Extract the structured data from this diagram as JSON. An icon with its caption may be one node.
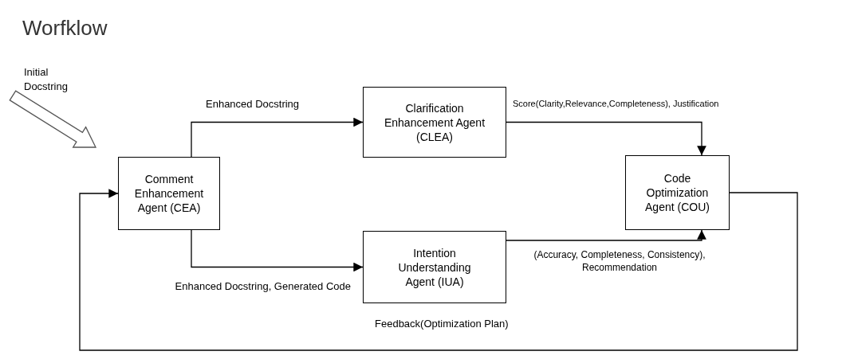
{
  "diagram": {
    "title": "Worfklow",
    "nodes": [
      {
        "text": [
          "Comment Enhancement Agent (CEA)"
        ]
      },
      {
        "text": [
          "Clarification Enhancement Agent (CLEA)"
        ]
      },
      {
        "text": [
          "Intention Understanding Agent (IUA)"
        ]
      },
      {
        "text": [
          "Code Optimization Agent (COU)"
        ]
      },
      {
        "text": [
          "Initial Docstring"
        ]
      }
    ],
    "edges": [
      {
        "from": 0,
        "to": 1,
        "arrow": "to",
        "label": "Enhanced Docstring"
      },
      {
        "from": 0,
        "to": 2,
        "arrow": "to",
        "label": "Enhanced Docstring, Generated Code"
      },
      {
        "from": 1,
        "to": 3,
        "arrow": "to",
        "label": "Score(Clarity,Relevance,Completeness), Justification"
      },
      {
        "from": 2,
        "to": 3,
        "arrow": "to",
        "label": "(Accuracy, Completeness, Consistency), Recommendation"
      },
      {
        "from": 3,
        "to": 0,
        "arrow": "to",
        "label": "Feedback(Optimization Plan)"
      },
      {
        "from": 4,
        "to": 0,
        "arrow": "to",
        "style": "thick"
      }
    ]
  }
}
